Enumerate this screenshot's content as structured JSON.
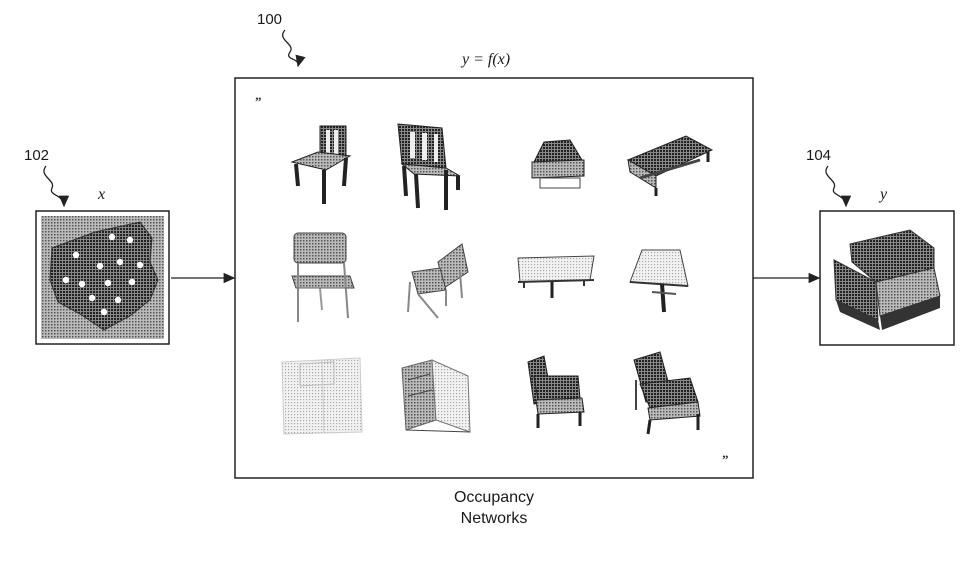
{
  "refs": {
    "center": "100",
    "input": "102",
    "output": "104"
  },
  "input_label": "x",
  "output_label": "y",
  "function_label": "y = f(x)",
  "caption": {
    "line1": "Occupancy",
    "line2": "Networks"
  },
  "corner_marks": {
    "top_left": "”",
    "bottom_right": "”"
  },
  "shapes_grid": [
    [
      "chair",
      "chair",
      "table",
      "bench"
    ],
    [
      "chair",
      "chair",
      "table",
      "table"
    ],
    [
      "cabinet",
      "cabinet",
      "armchair",
      "armchair"
    ]
  ]
}
